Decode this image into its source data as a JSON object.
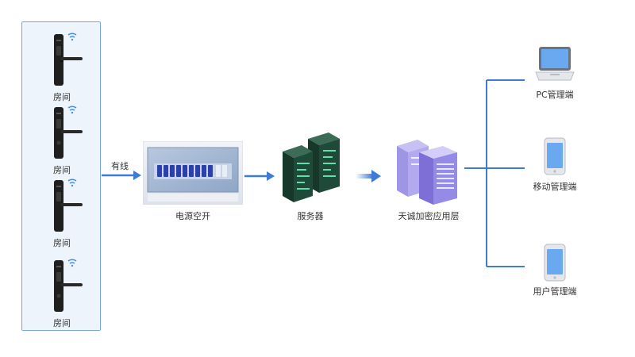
{
  "rooms": [
    {
      "label": "房间"
    },
    {
      "label": "房间"
    },
    {
      "label": "房间"
    },
    {
      "label": "房间"
    }
  ],
  "connection": {
    "label": "有线"
  },
  "breaker": {
    "label": "电源空开"
  },
  "server": {
    "label": "服务器"
  },
  "crypto_layer": {
    "label": "天诚加密应用层"
  },
  "terminals": [
    {
      "label": "PC管理端",
      "icon": "laptop-icon"
    },
    {
      "label": "移动管理端",
      "icon": "phone-icon"
    },
    {
      "label": "用户管理端",
      "icon": "phone-icon"
    }
  ],
  "colors": {
    "accent": "#3f7ad6",
    "panel_border": "#7aa7e3",
    "lock_body": "#1f1f1f",
    "wifi": "#4a90e2",
    "server_green": "#1f4a3a",
    "crypto_purple": "#7d6fd6"
  }
}
